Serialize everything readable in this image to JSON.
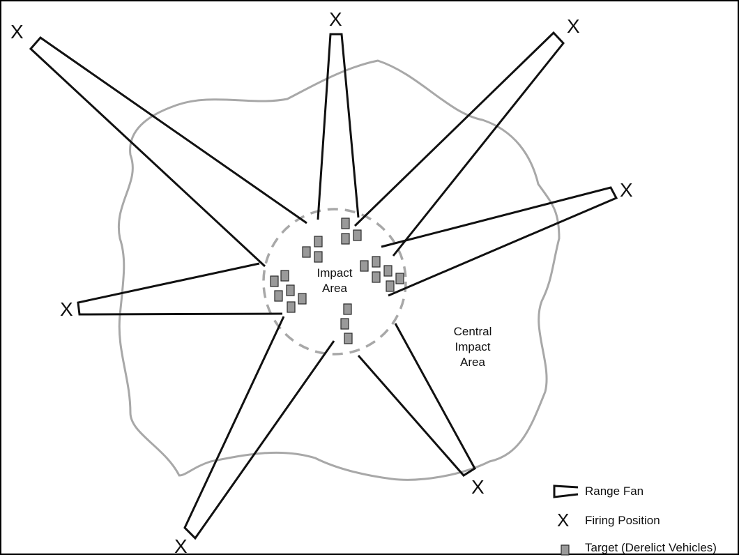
{
  "diagram": {
    "firing_position_mark": "X",
    "labels": {
      "impact_area": [
        "Impact",
        "Area"
      ],
      "central_impact_area": [
        "Central",
        "Impact",
        "Area"
      ]
    },
    "legend": {
      "range_fan": "Range Fan",
      "firing_position": "Firing Position",
      "target": "Target (Derelict Vehicles)"
    },
    "colors": {
      "fan_stroke": "#111111",
      "boundary_stroke": "#a8a8a8",
      "impact_ring": "#a8a8a8",
      "target_fill": "#9a9a9a",
      "target_stroke": "#2a2a2a"
    }
  }
}
